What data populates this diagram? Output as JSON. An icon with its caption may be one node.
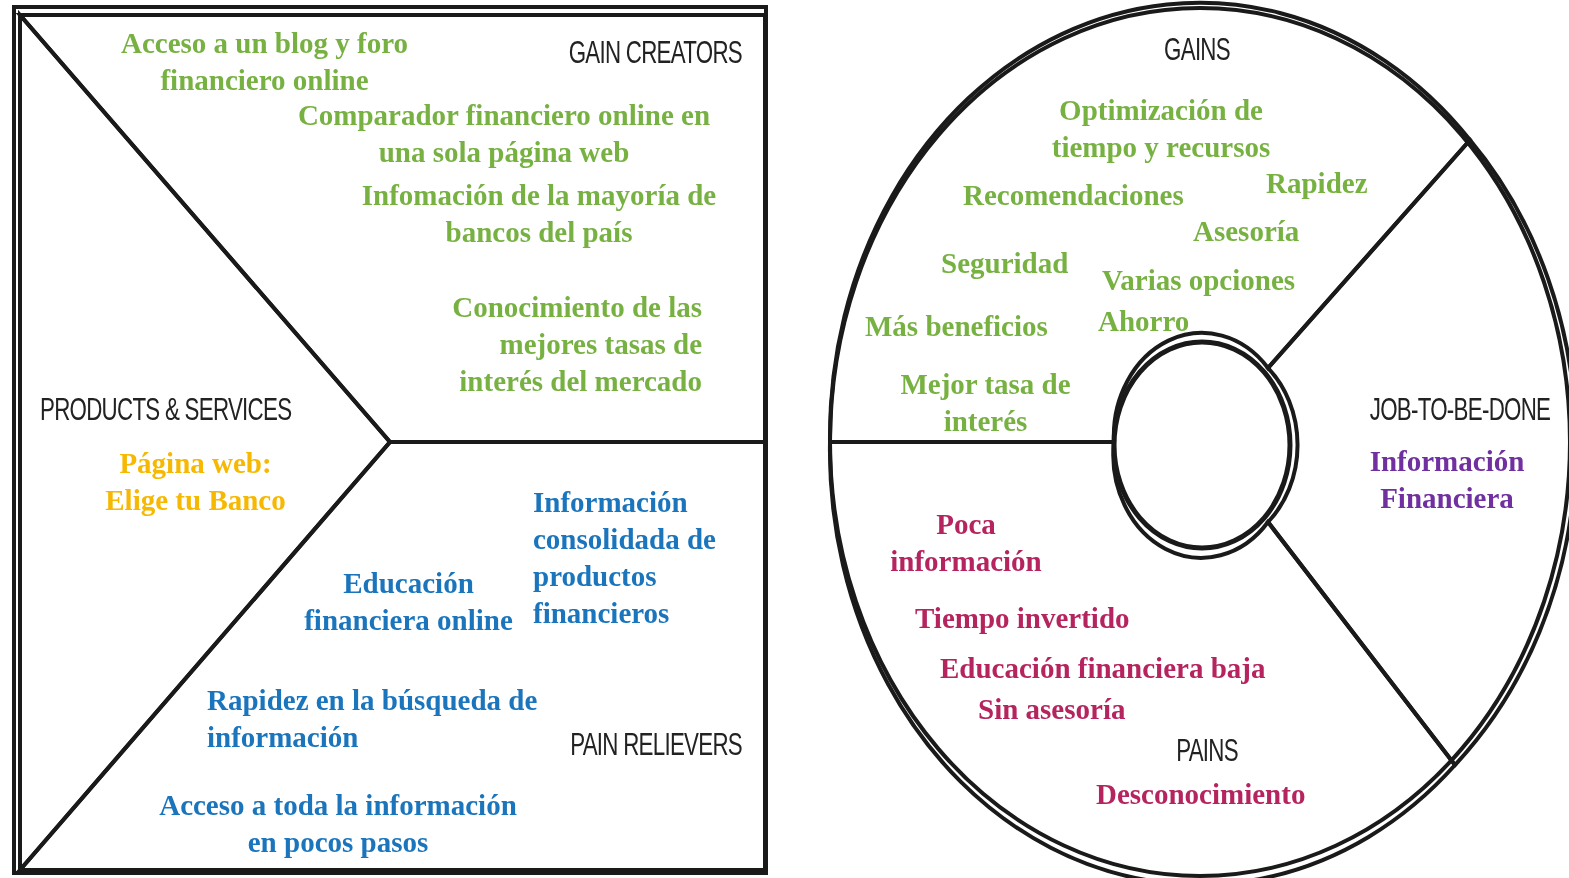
{
  "diagram": {
    "nodes": [
      {
        "text": [],
        "shape": "box"
      },
      {
        "text": [
          "GAIN CREATORS",
          "Acceso a un blog y foro financiero online",
          "Comparador financiero online en una sola página web",
          "Infomación de la mayoría de bancos del país",
          "Conocimiento de las mejores tasas de interés del mercado"
        ],
        "in": 0
      },
      {
        "text": [
          "PRODUCTS & SERVICES",
          "Página web: Elige tu Banco"
        ],
        "in": 0
      },
      {
        "text": [
          "Educación financiera online",
          "Información consolidada de productos financieros",
          "Rapidez en la búsqueda de información",
          "PAIN RELIEVERS",
          "Acceso a toda la información en pocos pasos"
        ],
        "in": 0
      },
      {
        "text": [],
        "shape": "circle"
      },
      {
        "text": [
          "GAINS",
          "Optimización de tiempo y recursos",
          "Recomendaciones",
          "Rapidez",
          "Asesoría",
          "Seguridad",
          "Varias opciones",
          "Más beneficios",
          "Ahorro",
          "Mejor tasa de interés"
        ],
        "in": 4
      },
      {
        "text": [
          "JOB-TO-BE-DONE",
          "Información Financiera"
        ],
        "in": 4
      },
      {
        "text": [
          "Poca información",
          "Tiempo invertido",
          "Educación financiera baja",
          "Sin asesoría",
          "PAINS",
          "Desconocimiento"
        ],
        "in": 4
      },
      {
        "text": [],
        "shape": "circle",
        "in": 4
      }
    ]
  }
}
